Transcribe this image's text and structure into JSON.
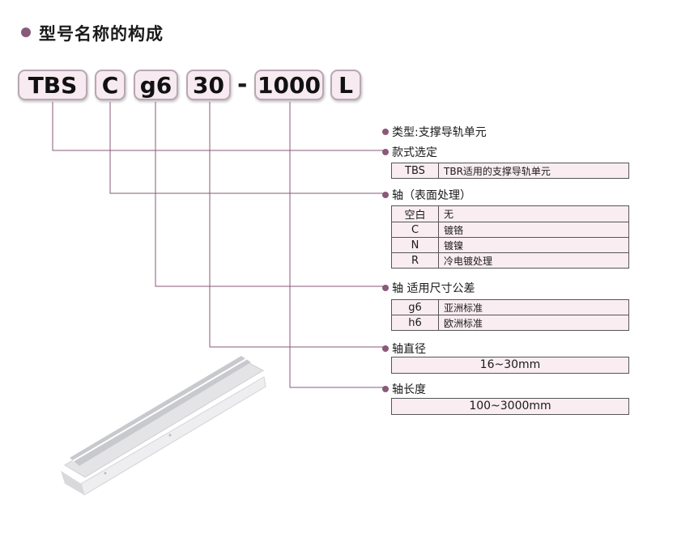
{
  "title": "型号名称的构成",
  "code_parts": [
    "TBS",
    "C",
    "g6",
    "30",
    "-",
    "1000",
    "L"
  ],
  "type_label": "类型:支撑导轨单元",
  "model_label": "款式选定",
  "model_table": [
    [
      "TBS",
      "TBR适用的支撑导轨单元"
    ]
  ],
  "surface_label": "轴（表面处理）",
  "surface_table": [
    [
      "空白",
      "无"
    ],
    [
      "C",
      "镀铬"
    ],
    [
      "N",
      "镀镍"
    ],
    [
      "R",
      "冷电镀处理"
    ]
  ],
  "tolerance_label": "轴 适用尺寸公差",
  "tolerance_table": [
    [
      "g6",
      "亚洲标准"
    ],
    [
      "h6",
      "欧洲标准"
    ]
  ],
  "diameter_label": "轴直径",
  "diameter_value": "16~30mm",
  "length_label": "轴长度",
  "length_value": "100~3000mm",
  "colors": {
    "accent": "#8a5a7a",
    "box_fill": "#f7eaf0",
    "table_fill": "#f9edf2",
    "leader": "#8a5a7a"
  }
}
